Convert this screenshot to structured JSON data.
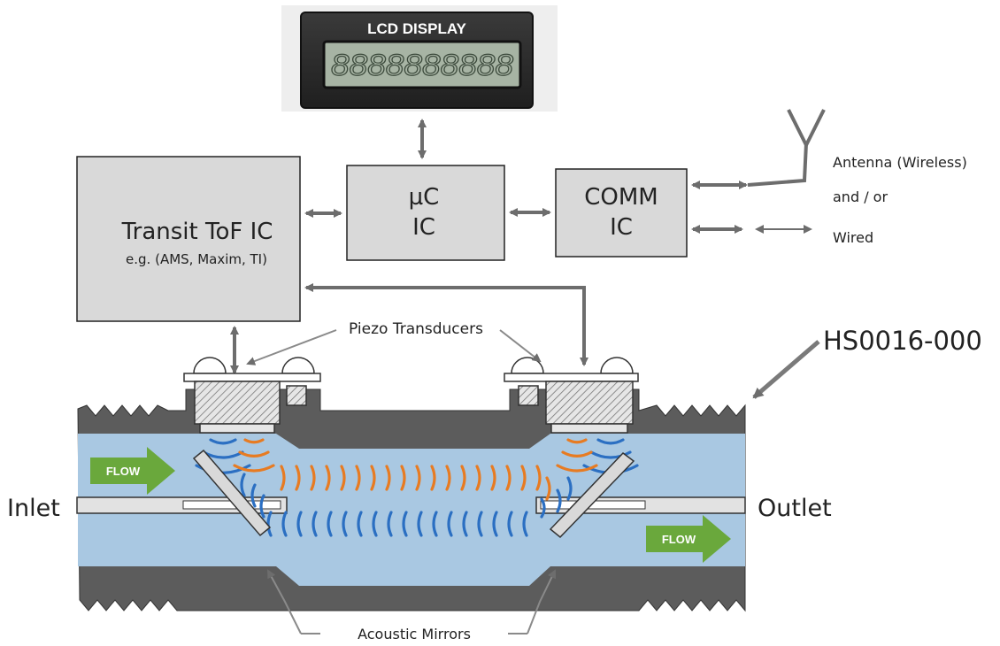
{
  "lcd": {
    "title": "LCD DISPLAY",
    "digits": "8888888888"
  },
  "tof_ic": {
    "title": "Transit ToF IC",
    "subtitle": "e.g. (AMS, Maxim, TI)"
  },
  "uc_ic": {
    "line1": "µC",
    "line2": "IC"
  },
  "comm_ic": {
    "line1": "COMM",
    "line2": "IC"
  },
  "connectivity": {
    "antenna": "Antenna (Wireless)",
    "andor": "and / or",
    "wired": "Wired"
  },
  "labels": {
    "piezo": "Piezo Transducers",
    "part_number": "HS0016-000",
    "inlet": "Inlet",
    "outlet": "Outlet",
    "mirrors": "Acoustic Mirrors",
    "flow_left": "FLOW",
    "flow_right": "FLOW"
  },
  "colors": {
    "box_fill": "#d9d9d9",
    "arrow": "#6d6d6d",
    "pipe": "#5c5c5c",
    "water": "#a9c8e2",
    "wave_blue": "#2b6fc2",
    "wave_orange": "#e77b22",
    "flow_green": "#6aa83c",
    "lcd_bg": "#2c2c2c",
    "lcd_screen": "#a7b4a4"
  }
}
